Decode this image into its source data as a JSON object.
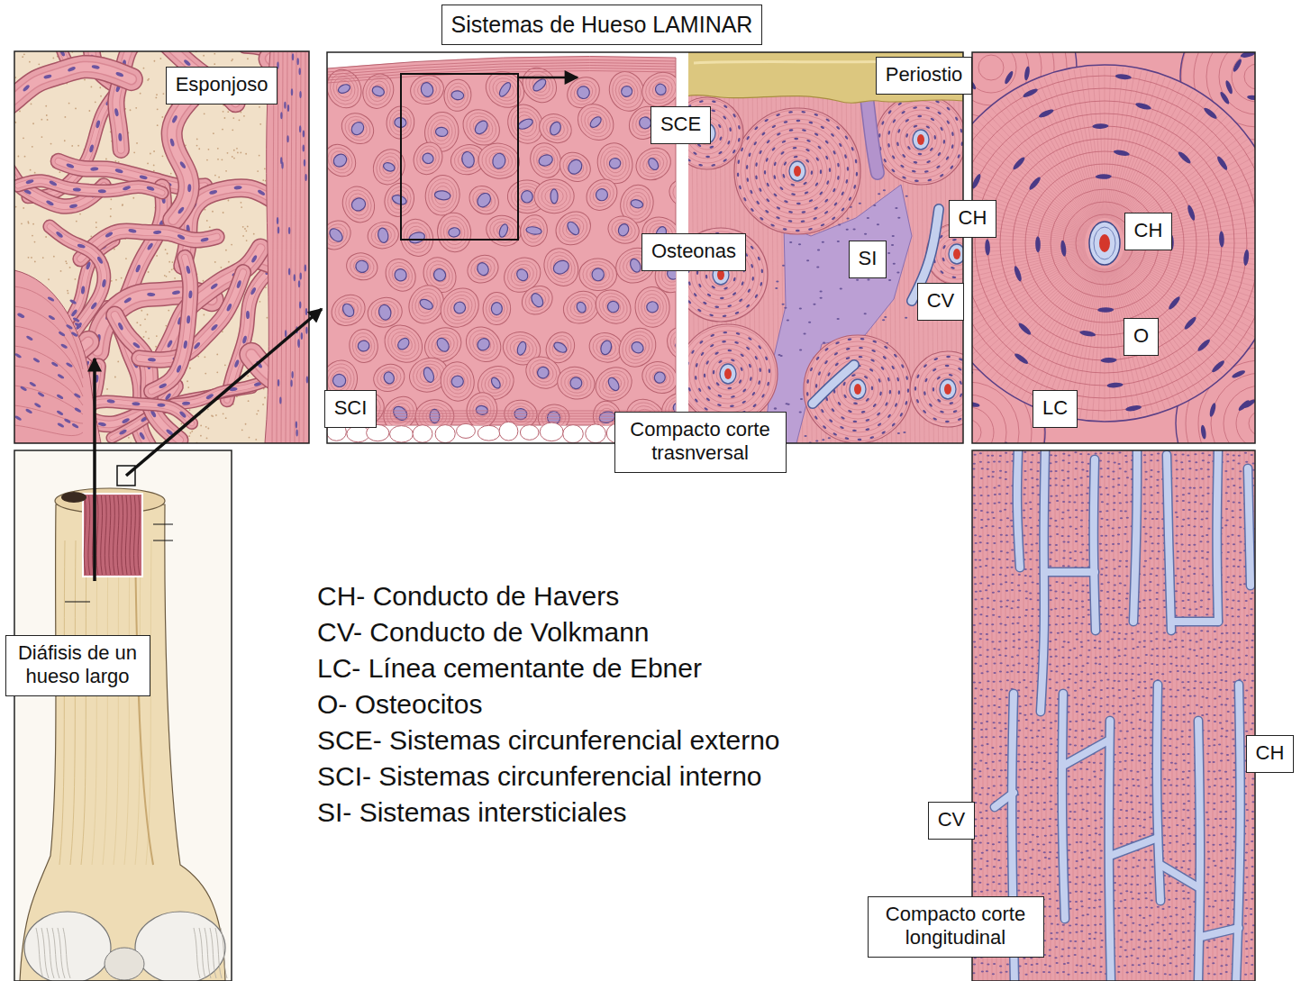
{
  "diagram": {
    "title": "Sistemas de Hueso LAMINAR",
    "nodes": [
      {
        "text": [
          "Esponjoso"
        ]
      },
      {
        "text": [
          "SCE"
        ]
      },
      {
        "text": [
          "Periostio"
        ]
      },
      {
        "text": [
          "CH"
        ]
      },
      {
        "text": [
          "CH"
        ]
      },
      {
        "text": [
          "Osteonas"
        ]
      },
      {
        "text": [
          "SI"
        ]
      },
      {
        "text": [
          "CV"
        ]
      },
      {
        "text": [
          "O"
        ]
      },
      {
        "text": [
          "SCI"
        ]
      },
      {
        "text": [
          "Compacto corte trasnversal"
        ]
      },
      {
        "text": [
          "LC"
        ]
      },
      {
        "text": [
          "Diáfisis de un hueso largo"
        ]
      },
      {
        "text": [
          "CH"
        ]
      },
      {
        "text": [
          "CV"
        ]
      },
      {
        "text": [
          "Compacto corte longitudinal"
        ]
      }
    ],
    "labels": [
      "CH- Conducto de Havers",
      "CV- Conducto de Volkmann",
      "LC- Línea cementante de Ebner",
      "O- Osteocitos",
      "SCE- Sistemas circunferencial externo",
      "SCI- Sistemas circunferencial interno",
      "SI- Sistemas intersticiales"
    ]
  }
}
